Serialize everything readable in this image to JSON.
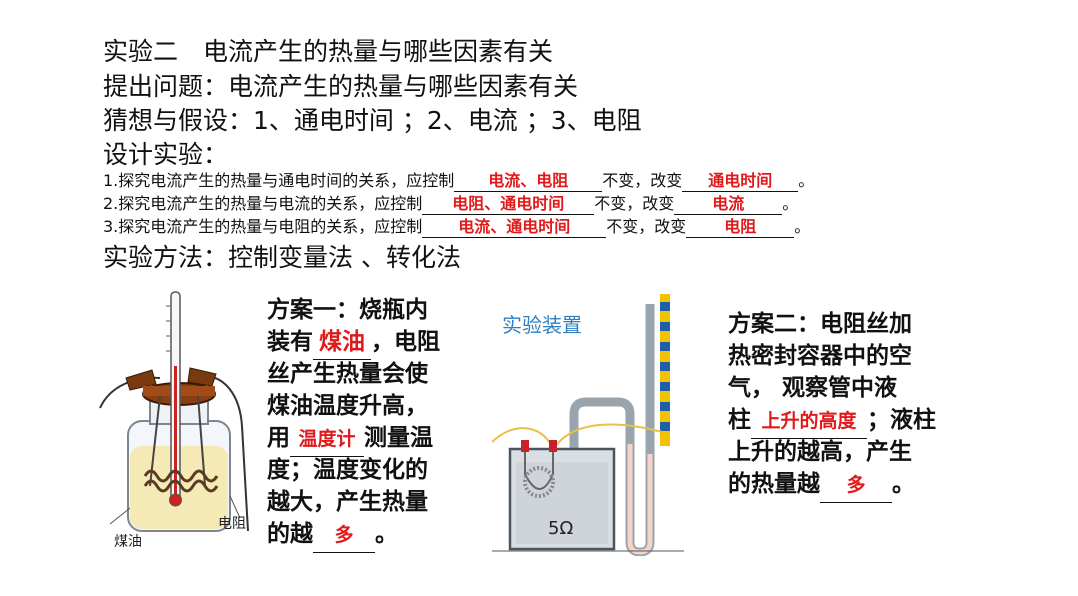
{
  "title": "实验二　电流产生的热量与哪些因素有关",
  "question": "提出问题：电流产生的热量与哪些因素有关",
  "hypothesis": "猜想与假设：1、通电时间 ；2、电流 ；3、电阻",
  "design": "设计实验：",
  "items": [
    {
      "prefix": "1.探究电流产生的热量与通电时间的关系，应控制",
      "control": "电流、电阻",
      "mid": "不变，改变",
      "change": "通电时间",
      "end": "。"
    },
    {
      "prefix": "2.探究电流产生的热量与电流的关系，应控制",
      "control": "电阻、通电时间",
      "mid": "不变，改变",
      "change": "电流",
      "end": "。"
    },
    {
      "prefix": "3.探究电流产生的热量与电阻的关系，应控制",
      "control": "电流、通电时间",
      "mid": "不变，改变",
      "change": "电阻",
      "end": "。"
    }
  ],
  "method": "实验方法：控制变量法 、转化法",
  "plan1": {
    "l1": "方案一：烧瓶内",
    "l2a": "装有",
    "l2b": "煤油",
    "l2c": "，电阻",
    "l3": "丝产生热量会使",
    "l4": "煤油温度升高，",
    "l5a": "用",
    "l5b": "温度计",
    "l5c": "测量温",
    "l6": "度；温度变化的",
    "l7": "越大，产生热量",
    "l8a": "的越",
    "l8b": "多",
    "l8c": "。"
  },
  "plan2": {
    "l1": "方案二：电阻丝加",
    "l2": "热密封容器中的空",
    "l3": "气， 观察管中液",
    "l4a": "柱",
    "l4b": "上升的高度",
    "l4c": "；液柱",
    "l5": "上升的越高，产生",
    "l6a": "的热量越",
    "l6b": "多",
    "l6c": "。"
  },
  "figure1": {
    "label_left": "煤油",
    "label_right": "电阻"
  },
  "figure2": {
    "title": "实验装置",
    "resistance": "5Ω"
  },
  "colors": {
    "answer": "#e0191b",
    "figure_title": "#2f7fc1"
  }
}
